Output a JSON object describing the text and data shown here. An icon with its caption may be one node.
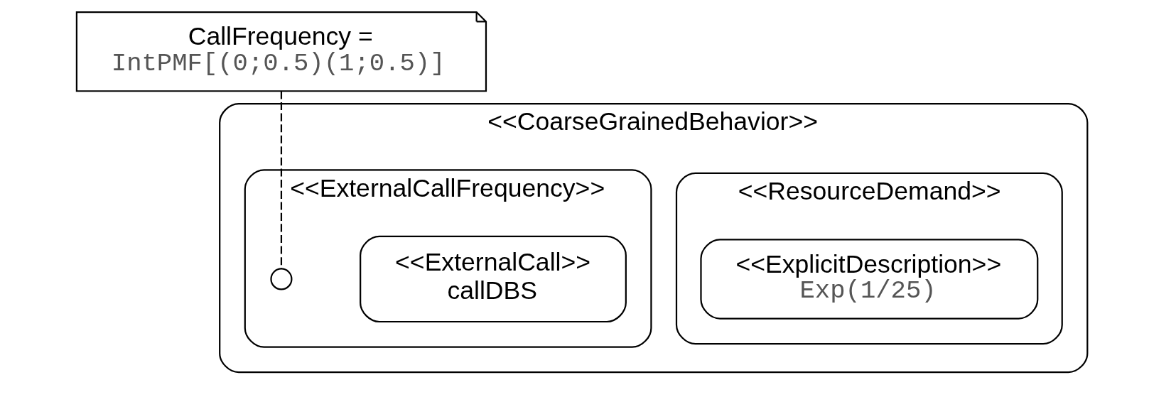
{
  "diagram": {
    "nodes": [
      {
        "text": [
          "<<CoarseGrainedBehavior>>"
        ]
      },
      {
        "text": [
          "<<ResourceDemand>>"
        ],
        "in": 0
      },
      {
        "text": [
          "<<ExplicitDescription>>",
          "Exp(1/25)"
        ],
        "in": 1
      },
      {
        "text": [
          "<<ExternalCallFrequency>>"
        ],
        "in": 0
      },
      {
        "text": [
          "<<ExternalCall>>",
          "callDBS"
        ],
        "in": 3
      },
      {
        "text": [],
        "shape": "circle",
        "in": 3
      },
      {
        "text": [
          "CallFrequency =",
          "IntPMF[(0;0.5)(1;0.5)]"
        ]
      }
    ],
    "edges": [
      {
        "from": 6,
        "to": 5,
        "arrow": "none",
        "style": "dashed"
      }
    ]
  }
}
